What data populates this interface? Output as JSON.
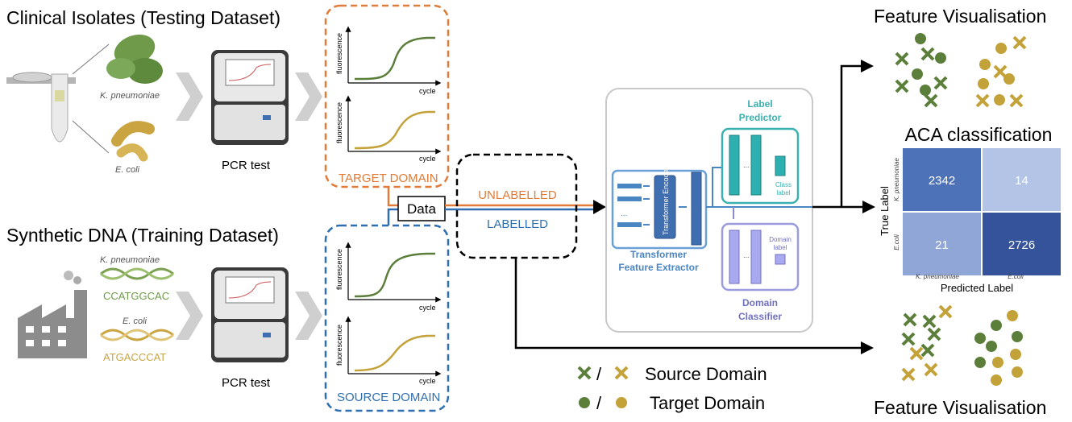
{
  "top_section": {
    "title": "Clinical Isolates (Testing Dataset)",
    "species": [
      "K. pneumoniae",
      "E. coli"
    ],
    "pcr_label": "PCR test"
  },
  "bottom_section": {
    "title": "Synthetic DNA (Training Dataset)",
    "species": [
      "K. pneumoniae",
      "E. coli"
    ],
    "sequences": [
      "CCATGGCAC",
      "ATGACCCAT"
    ],
    "pcr_label": "PCR test"
  },
  "target_domain": {
    "label": "TARGET DOMAIN",
    "color": "#e07b39",
    "plots": [
      {
        "ylabel": "fluorescence",
        "xlabel": "cycle"
      },
      {
        "ylabel": "fluorescence",
        "xlabel": "cycle"
      }
    ]
  },
  "source_domain": {
    "label": "SOURCE DOMAIN",
    "color": "#2f6fb0",
    "plots": [
      {
        "ylabel": "fluorescence",
        "xlabel": "cycle"
      },
      {
        "ylabel": "fluorescence",
        "xlabel": "cycle"
      }
    ]
  },
  "data_flow": {
    "data_label": "Data",
    "unlabelled": "UNLABELLED",
    "labelled": "LABELLED"
  },
  "model": {
    "encoders_label": "Transformer Encoders",
    "feature_extractor": [
      "Transformer",
      "Feature Extractor"
    ],
    "label_predictor": [
      "Label",
      "Predictor"
    ],
    "class_label": [
      "Class",
      "label"
    ],
    "domain_classifier": [
      "Domain",
      "Classifier"
    ],
    "domain_label": [
      "Domain",
      "label"
    ],
    "ellipsis": "..."
  },
  "feature_vis": {
    "top_title": "Feature Visualisation",
    "bottom_title": "Feature Visualisation"
  },
  "confusion": {
    "title": "ACA classification",
    "row_labels": [
      "K. pneumoniae",
      "E.coli"
    ],
    "col_labels": [
      "K. pneumoniae",
      "E.coli"
    ],
    "ylabel": "True Label",
    "xlabel": "Predicted Label",
    "values": [
      [
        2342,
        14
      ],
      [
        21,
        2726
      ]
    ],
    "cell_colors": [
      [
        "#4e72b8",
        "#b3c4e6"
      ],
      [
        "#8fa6d6",
        "#34539a"
      ]
    ]
  },
  "legend": {
    "source": "Source Domain",
    "target": "Target Domain",
    "separator": "/",
    "green": "#5b7f3b",
    "gold": "#c4a23a"
  }
}
